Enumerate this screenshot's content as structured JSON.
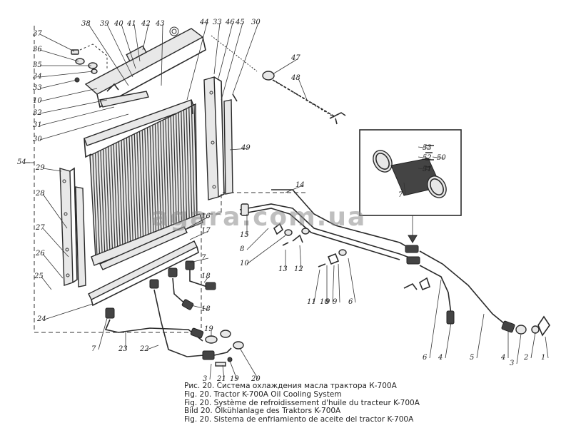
{
  "figure": {
    "captions": [
      "Рис. 20. Система охлаждения масла трактора К-700А",
      "Fig. 20. Tractor K-700A Oil Cooling System",
      "Fig. 20. Système de refroidissement d'huile du tracteur K-700A",
      "Bild 20. Ölkühlanlage des Traktors K-700A",
      "Fig. 20. Sistema de enfriamiento de aceite del tractor K-700A"
    ],
    "watermark": "agara.com.ua"
  },
  "callouts": [
    {
      "id": "c37",
      "text": "37"
    },
    {
      "id": "c36",
      "text": "36"
    },
    {
      "id": "c35",
      "text": "35"
    },
    {
      "id": "c34",
      "text": "34"
    },
    {
      "id": "c33a",
      "text": "33"
    },
    {
      "id": "c10a",
      "text": "10"
    },
    {
      "id": "c32",
      "text": "32"
    },
    {
      "id": "c31",
      "text": "31"
    },
    {
      "id": "c30a",
      "text": "30"
    },
    {
      "id": "c54",
      "text": "54"
    },
    {
      "id": "c29",
      "text": "29"
    },
    {
      "id": "c28",
      "text": "28"
    },
    {
      "id": "c27",
      "text": "27"
    },
    {
      "id": "c26",
      "text": "26"
    },
    {
      "id": "c25",
      "text": "25"
    },
    {
      "id": "c24",
      "text": "24"
    },
    {
      "id": "c38",
      "text": "38"
    },
    {
      "id": "c39",
      "text": "39"
    },
    {
      "id": "c40",
      "text": "40"
    },
    {
      "id": "c41",
      "text": "41"
    },
    {
      "id": "c42",
      "text": "42"
    },
    {
      "id": "c43",
      "text": "43"
    },
    {
      "id": "c44",
      "text": "44"
    },
    {
      "id": "c33b",
      "text": "33"
    },
    {
      "id": "c46",
      "text": "46"
    },
    {
      "id": "c45",
      "text": "45"
    },
    {
      "id": "c30b",
      "text": "30"
    },
    {
      "id": "c47",
      "text": "47"
    },
    {
      "id": "c48",
      "text": "48"
    },
    {
      "id": "c49",
      "text": "49"
    },
    {
      "id": "c16",
      "text": "16"
    },
    {
      "id": "c17",
      "text": "17"
    },
    {
      "id": "c7a",
      "text": "7"
    },
    {
      "id": "c18a",
      "text": "18"
    },
    {
      "id": "c18b",
      "text": "18"
    },
    {
      "id": "c7b",
      "text": "7"
    },
    {
      "id": "c23",
      "text": "23"
    },
    {
      "id": "c22",
      "text": "22"
    },
    {
      "id": "c19a",
      "text": "19"
    },
    {
      "id": "c3a",
      "text": "3"
    },
    {
      "id": "c21",
      "text": "21"
    },
    {
      "id": "c19b",
      "text": "19"
    },
    {
      "id": "c20",
      "text": "20"
    },
    {
      "id": "c14",
      "text": "14"
    },
    {
      "id": "c15",
      "text": "15"
    },
    {
      "id": "c8",
      "text": "8"
    },
    {
      "id": "c9a",
      "text": "9"
    },
    {
      "id": "c10b",
      "text": "10"
    },
    {
      "id": "c13",
      "text": "13"
    },
    {
      "id": "c12",
      "text": "12"
    },
    {
      "id": "c11",
      "text": "11"
    },
    {
      "id": "c10c",
      "text": "10"
    },
    {
      "id": "c9b",
      "text": "9"
    },
    {
      "id": "c6a",
      "text": "6"
    },
    {
      "id": "c53",
      "text": "53"
    },
    {
      "id": "c52",
      "text": "52"
    },
    {
      "id": "c50",
      "text": "50"
    },
    {
      "id": "c51",
      "text": "51"
    },
    {
      "id": "c7c",
      "text": "7"
    },
    {
      "id": "c6b",
      "text": "6"
    },
    {
      "id": "c4a",
      "text": "4"
    },
    {
      "id": "c5",
      "text": "5"
    },
    {
      "id": "c4b",
      "text": "4"
    },
    {
      "id": "c3b",
      "text": "3"
    },
    {
      "id": "c2",
      "text": "2"
    },
    {
      "id": "c1",
      "text": "1"
    }
  ]
}
